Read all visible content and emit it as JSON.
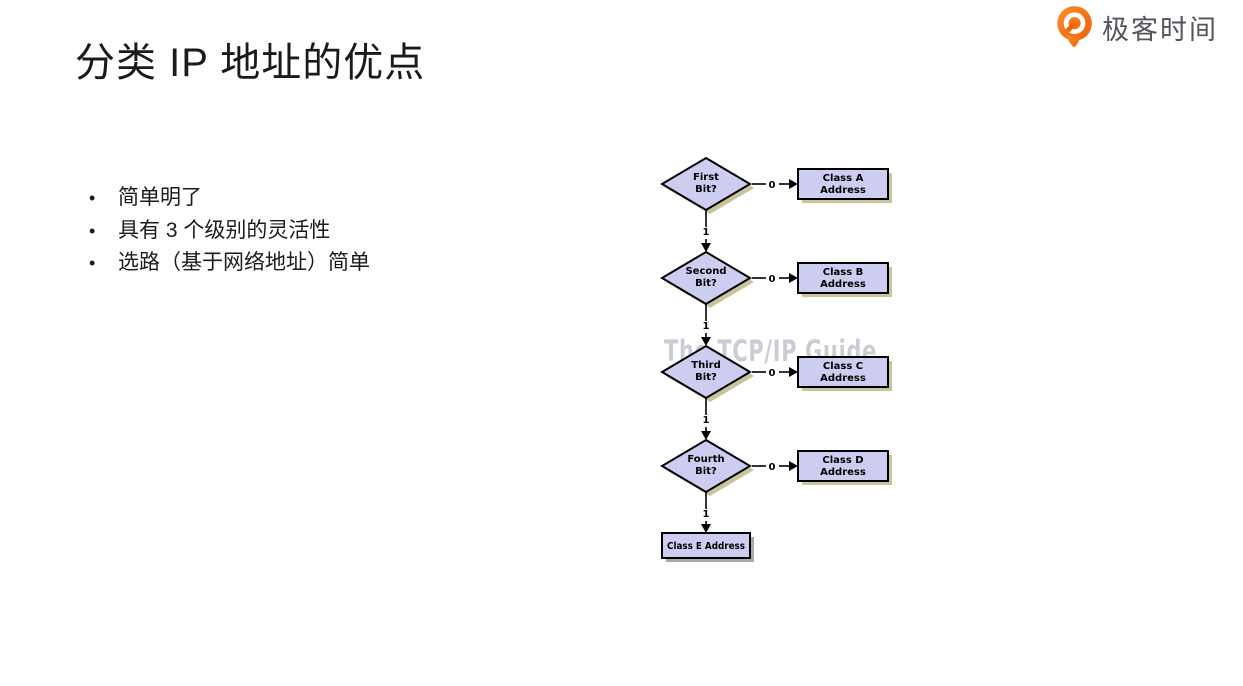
{
  "page": {
    "title": "分类 IP 地址的优点"
  },
  "logo": {
    "name": "极客时间",
    "icon": "geektime-pin-icon",
    "orange": "#F36607",
    "text_color": "#54555B"
  },
  "bullets": {
    "marker": "•",
    "items": [
      "简单明了",
      "具有 3 个级别的灵活性",
      "选路（基于网络地址）简单"
    ]
  },
  "flowchart": {
    "watermark": "The TCP/IP Guide",
    "labels": {
      "zero": "0",
      "one": "1"
    },
    "decisions": [
      {
        "line1": "First",
        "line2": "Bit?"
      },
      {
        "line1": "Second",
        "line2": "Bit?"
      },
      {
        "line1": "Third",
        "line2": "Bit?"
      },
      {
        "line1": "Fourth",
        "line2": "Bit?"
      }
    ],
    "results": [
      {
        "line1": "Class A",
        "line2": "Address"
      },
      {
        "line1": "Class B",
        "line2": "Address"
      },
      {
        "line1": "Class C",
        "line2": "Address"
      },
      {
        "line1": "Class D",
        "line2": "Address"
      }
    ],
    "final": "Class E Address",
    "colors": {
      "node_fill": "#CDCDF2",
      "node_border": "#000000",
      "shadow": "#C9C49C",
      "final_shadow": "#A9A9A9",
      "watermark": "#CBCCD4"
    }
  }
}
